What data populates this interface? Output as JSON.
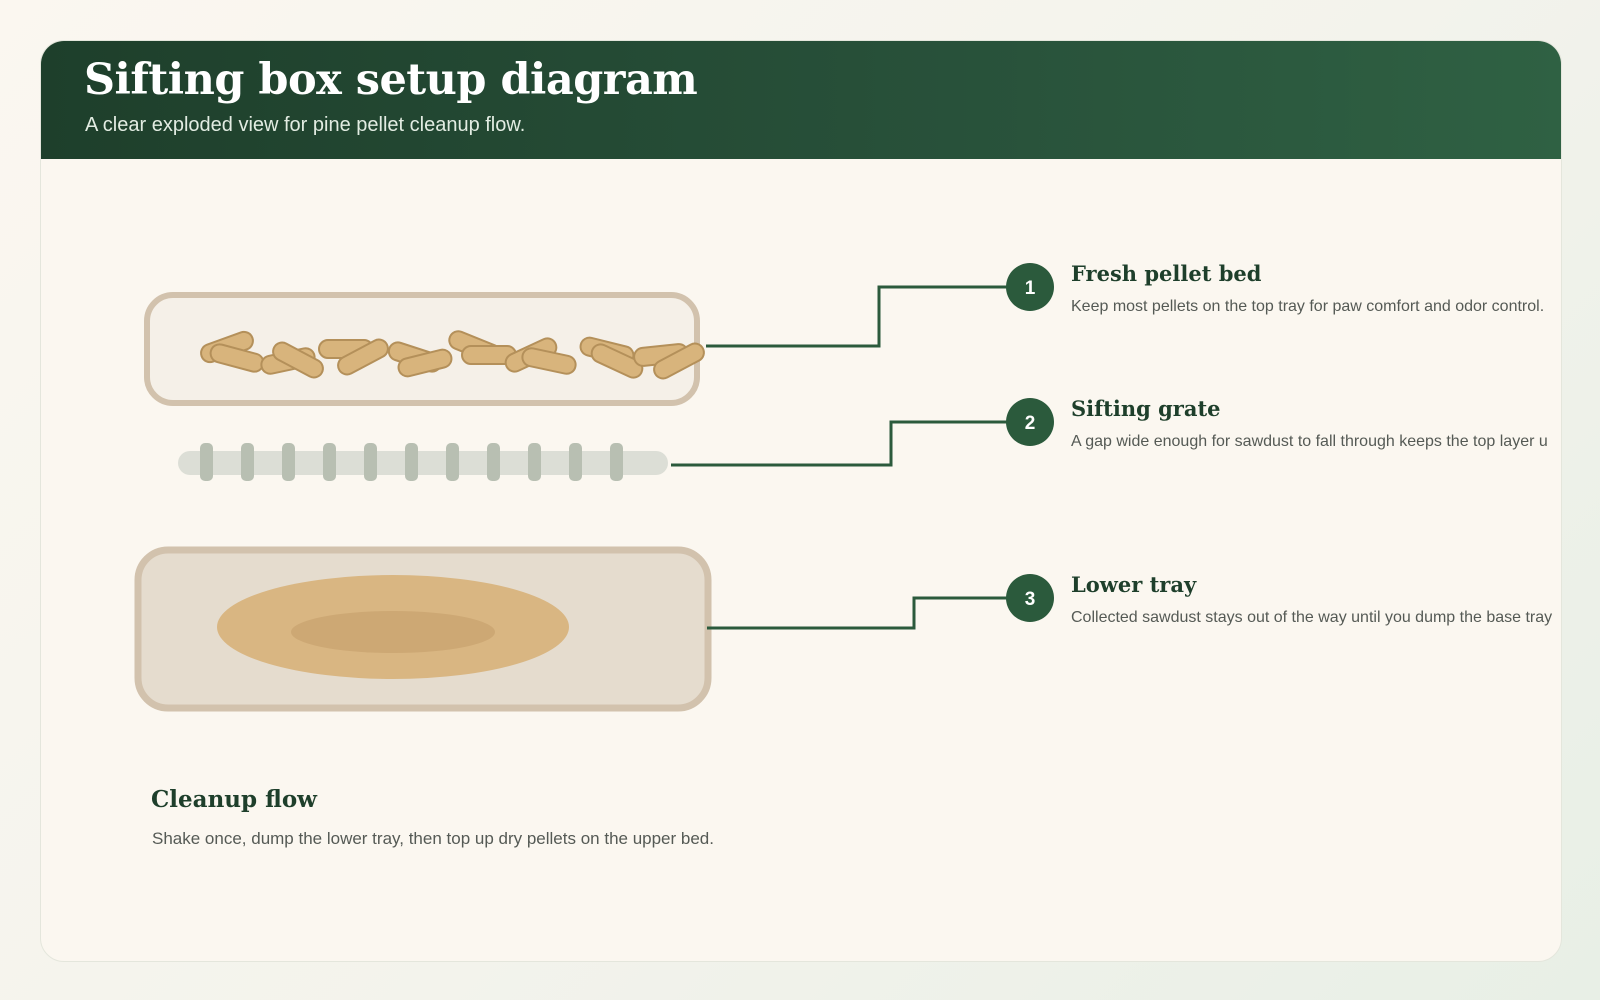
{
  "header": {
    "title": "Sifting box setup diagram",
    "subtitle": "A clear exploded view for pine pellet cleanup flow."
  },
  "callouts": [
    {
      "number": "1",
      "title": "Fresh pellet bed",
      "description": "Keep most pellets on the top tray for paw comfort and odor control."
    },
    {
      "number": "2",
      "title": "Sifting grate",
      "description": "A gap wide enough for sawdust to fall through keeps the top layer u"
    },
    {
      "number": "3",
      "title": "Lower tray",
      "description": "Collected sawdust stays out of the way until you dump the base tray"
    }
  ],
  "flow": {
    "title": "Cleanup flow",
    "description": "Shake once, dump the lower tray, then top up dry pellets on the upper bed."
  },
  "colors": {
    "brand_green": "#2b5a3c",
    "header_green": "#1e3f2b",
    "tray_border": "#d2c2ad",
    "pellet_fill": "#d8b47c",
    "pellet_stroke": "#b4905a",
    "grate_bar": "#dcded6",
    "grate_tooth": "#b8bfb2",
    "sawdust": "#d9b682"
  }
}
